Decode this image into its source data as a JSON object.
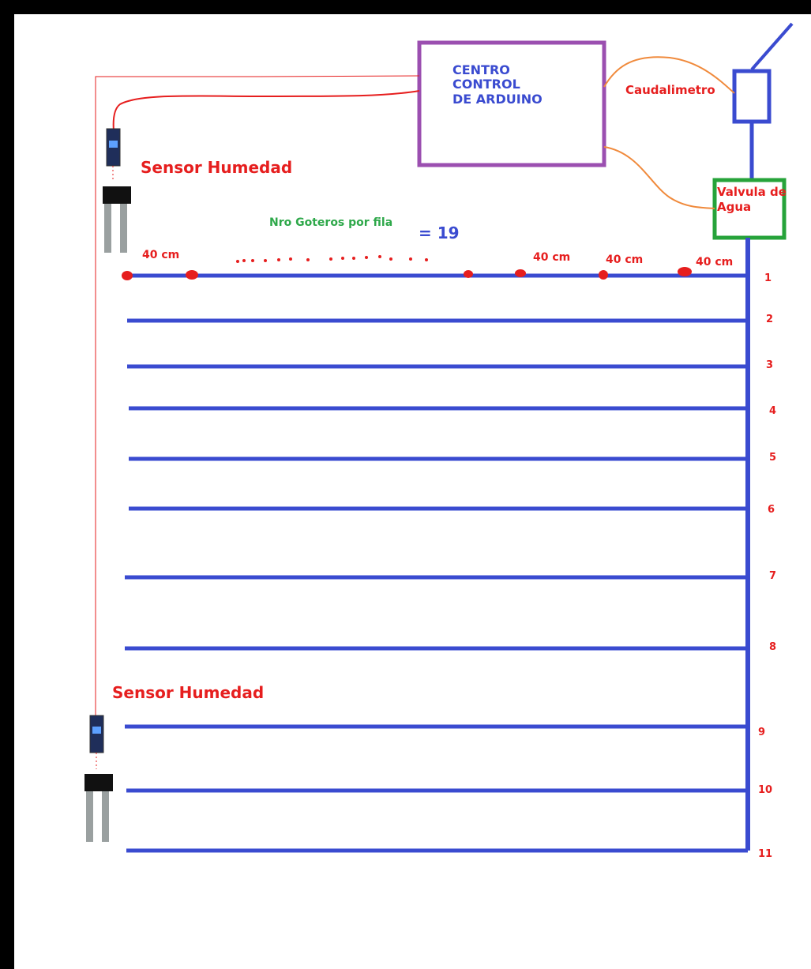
{
  "control": {
    "lines": [
      "CENTRO",
      "CONTROL",
      "DE ARDUINO"
    ]
  },
  "flowmeter": {
    "label": "Caudalimetro"
  },
  "valve": {
    "label": "Valvula de Agua"
  },
  "sensors": [
    {
      "label": "Sensor Humedad"
    },
    {
      "label": "Sensor Humedad"
    }
  ],
  "drippers": {
    "label": "Nro Goteros por fila",
    "value": "= 19"
  },
  "spacing_labels": [
    "40 cm",
    "40 cm",
    "40 cm",
    "40 cm"
  ],
  "rows": [
    "1",
    "2",
    "3",
    "4",
    "5",
    "6",
    "7",
    "8",
    "9",
    "10",
    "11"
  ],
  "colors": {
    "pipe": "#3a4bd0",
    "wire_red": "#e61e1e",
    "wire_orange": "#f08a3c",
    "control_box": "#9b4fb0",
    "valve_box": "#26a33a",
    "text_green": "#2ea84a"
  }
}
